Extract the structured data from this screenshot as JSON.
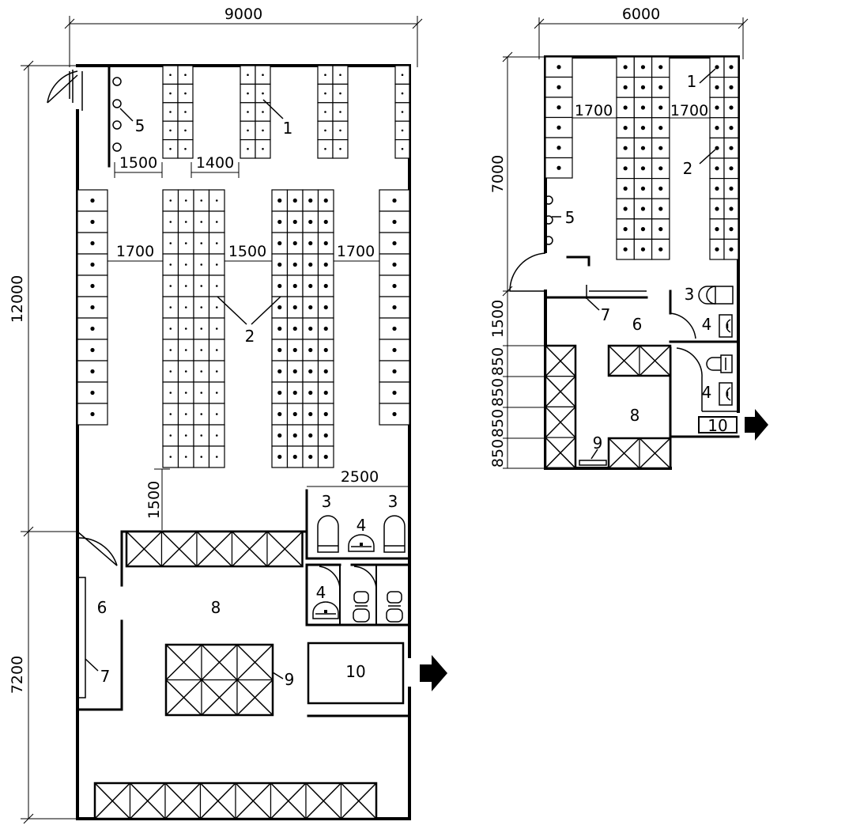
{
  "left_plan": {
    "dims": {
      "width_total": "9000",
      "height_upper": "12000",
      "height_lower": "7200",
      "row_gap_a": "1500",
      "row_gap_b": "1400",
      "aisle_a": "1700",
      "aisle_b": "1500",
      "aisle_c": "1700",
      "aisle_bottom": "1500",
      "toilet_width": "2500"
    },
    "labels": {
      "l1": "1",
      "l2": "2",
      "l3a": "3",
      "l3b": "3",
      "l4a": "4",
      "l4b": "4",
      "l5": "5",
      "l6": "6",
      "l7": "7",
      "l8": "8",
      "l9": "9",
      "l10": "10"
    }
  },
  "right_plan": {
    "dims": {
      "width_total": "6000",
      "height_upper": "7000",
      "aisle_a": "1700",
      "aisle_b": "1700",
      "h1": "1500",
      "h2": "850",
      "h3": "850",
      "h4": "850",
      "h5": "850"
    },
    "labels": {
      "l1": "1",
      "l2": "2",
      "l3": "3",
      "l4a": "4",
      "l4b": "4",
      "l5": "5",
      "l6": "6",
      "l7": "7",
      "l8": "8",
      "l9": "9",
      "l10": "10"
    }
  }
}
